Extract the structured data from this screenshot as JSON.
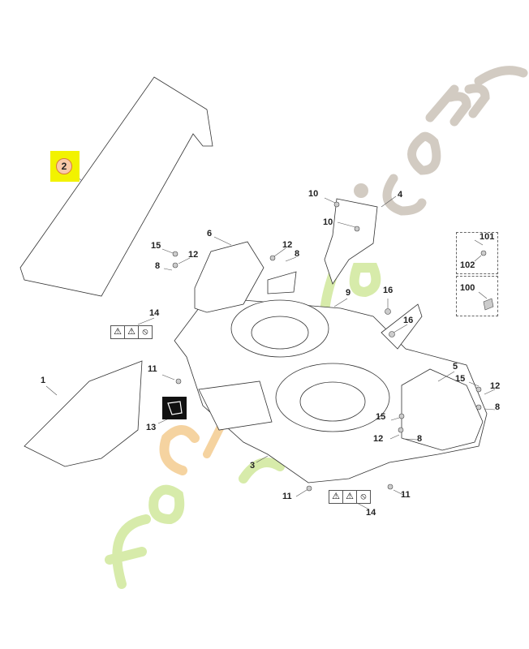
{
  "watermark": "foretsadin.com",
  "highlighted_part": "2",
  "labels": {
    "p2": "2",
    "p10a": "10",
    "p4": "4",
    "p10b": "10",
    "p6": "6",
    "p15a": "15",
    "p12a": "12",
    "p12b": "12",
    "p8a": "8",
    "p8b": "8",
    "p101": "101",
    "p102": "102",
    "p100": "100",
    "p9": "9",
    "p16a": "16",
    "p14a": "14",
    "p16b": "16",
    "p11a": "11",
    "p1": "1",
    "p5": "5",
    "p15b": "15",
    "p12c": "12",
    "p8c": "8",
    "p13": "13",
    "p15c": "15",
    "p12d": "12",
    "p8d": "8",
    "p3": "3",
    "p11b": "11",
    "p11c": "11",
    "p14b": "14"
  },
  "warning_signs": [
    "⚠",
    "⚠",
    "⦸"
  ],
  "colors": {
    "highlight": "#f2f200",
    "watermark_green": "#d6eb9a",
    "watermark_orange": "#f5c98a",
    "watermark_grey": "#cfc6bb"
  }
}
